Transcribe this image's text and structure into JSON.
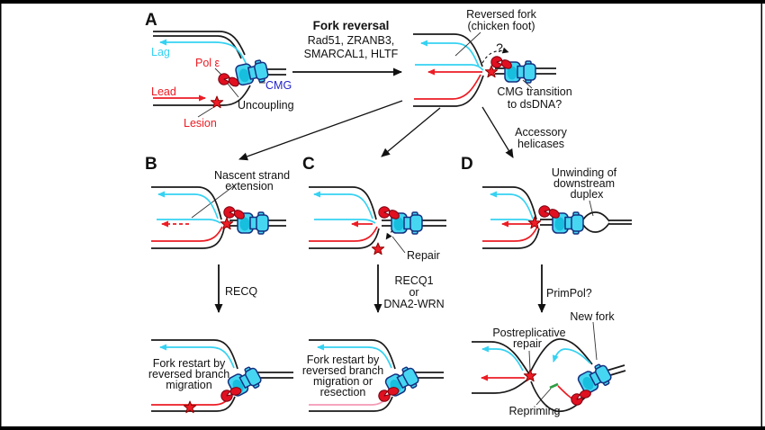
{
  "figure": {
    "panel_a": {
      "letter": "A",
      "lag": "Lag",
      "pol": "Pol ε",
      "cmg": "CMG",
      "lead": "Lead",
      "uncoupling": "Uncoupling",
      "lesion": "Lesion"
    },
    "transition": {
      "title": "Fork reversal",
      "factors_line1": "Rad51, ZRANB3,",
      "factors_line2": "SMARCAL1, HLTF"
    },
    "reversed_fork": {
      "caption_line1": "Reversed fork",
      "caption_line2": "(chicken foot)",
      "question": "?",
      "cmg_line1": "CMG transition",
      "cmg_line2": "to dsDNA?",
      "accessory_line1": "Accessory",
      "accessory_line2": "helicases"
    },
    "panel_b": {
      "letter": "B",
      "caption_line1": "Nascent strand",
      "caption_line2": "extension",
      "enzyme": "RECQ",
      "result_line1": "Fork restart by",
      "result_line2": "reversed branch",
      "result_line3": "migration"
    },
    "panel_c": {
      "letter": "C",
      "repair": "Repair",
      "enzyme_line1": "RECQ1",
      "enzyme_line2": "or",
      "enzyme_line3": "DNA2-WRN",
      "result_line1": "Fork restart by",
      "result_line2": "reversed branch",
      "result_line3": "migration or",
      "result_line4": "resection"
    },
    "panel_d": {
      "letter": "D",
      "caption_line1": "Unwinding of",
      "caption_line2": "downstream",
      "caption_line3": "duplex",
      "enzyme": "PrimPol?",
      "new_fork": "New fork",
      "postrep_line1": "Postreplicative",
      "postrep_line2": "repair",
      "repriming": "Repriming"
    }
  },
  "colors": {
    "ink": "#1a1a1a",
    "cyan": "#35d2f2",
    "red": "#ec1c24",
    "pink": "#f59ab5",
    "green": "#2f9e44",
    "cmg_fill": "#46d6f2",
    "cmg_shade": "#17bede",
    "cmg_outline": "#15307f",
    "cmg_text": "#2323cb",
    "pol_red": "#e01020",
    "pol_outline": "#7a0010",
    "star_fill": "#ee1c25",
    "star_outline": "#8a0000",
    "leader": "#333333"
  }
}
